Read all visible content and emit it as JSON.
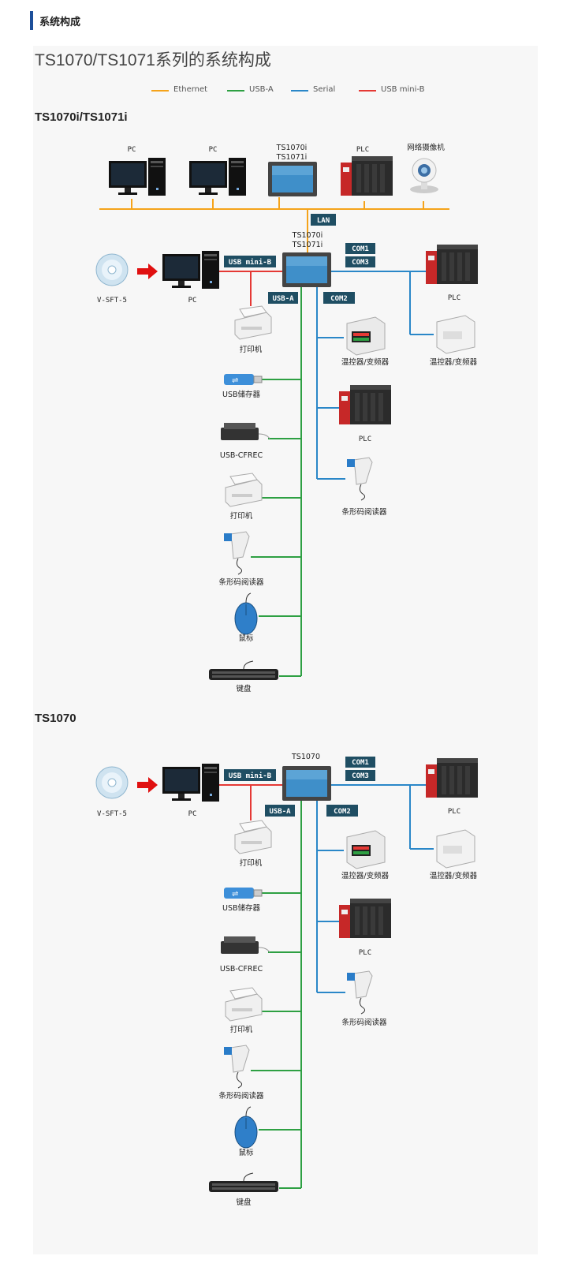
{
  "header": {
    "title": "系统构成"
  },
  "main_title": "TS1070/TS1071系列的系统构成",
  "legend": [
    {
      "label": "Ethernet",
      "color": "#f5a31a"
    },
    {
      "label": "USB-A",
      "color": "#2ea043"
    },
    {
      "label": "Serial",
      "color": "#2a87c8"
    },
    {
      "label": "USB mini-B",
      "color": "#e53935"
    }
  ],
  "section1": {
    "title": "TS1070i/TS1071i",
    "top_devices": {
      "pc1": "PC",
      "pc2": "PC",
      "hmi_line1": "TS1070i",
      "hmi_line2": "TS1071i",
      "plc": "PLC",
      "camera": "网络摄像机"
    },
    "hmi_line1": "TS1070i",
    "hmi_line2": "TS1071i",
    "lan": "LAN"
  },
  "section2": {
    "title": "TS1070",
    "hmi": "TS1070"
  },
  "common": {
    "vsft": "V-SFT-5",
    "pc": "PC",
    "usb_mini_b": "USB mini-B",
    "usb_a": "USB-A",
    "com1": "COM1",
    "com3": "COM3",
    "com2": "COM2",
    "plc": "PLC",
    "temp_ctrl": "温控器/变频器",
    "printer": "打印机",
    "usb_storage": "USB储存器",
    "cfrec": "USB-CFREC",
    "barcode": "条形码阅读器",
    "mouse": "鼠标",
    "keyboard": "键盘"
  },
  "colors": {
    "ethernet": "#f5a31a",
    "usb_a": "#2ea043",
    "serial": "#2a87c8",
    "usb_mini_b": "#e53935",
    "tag_bg": "#1f4e63",
    "accent": "#1d4f9a"
  }
}
